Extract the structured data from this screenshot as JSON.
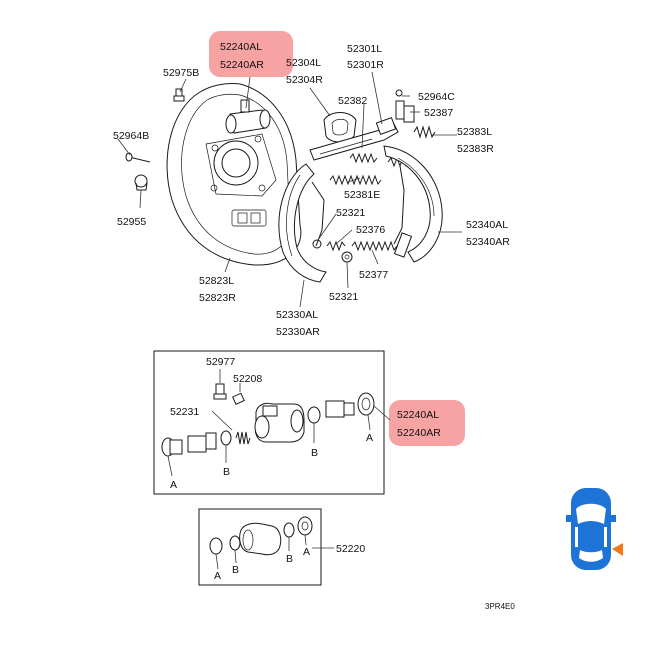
{
  "labels": {
    "p52240al_top": "52240AL",
    "p52240ar_top": "52240AR",
    "p52975b": "52975B",
    "p52304l": "52304L",
    "p52304r": "52304R",
    "p52301l": "52301L",
    "p52301r": "52301R",
    "p52964c": "52964C",
    "p52382": "52382",
    "p52387": "52387",
    "p52383l": "52383L",
    "p52383r": "52383R",
    "p52964b": "52964B",
    "p52955": "52955",
    "p52381e": "52381E",
    "p52321_a": "52321",
    "p52376": "52376",
    "p52340al": "52340AL",
    "p52340ar": "52340AR",
    "p52377": "52377",
    "p52321_b": "52321",
    "p52823l": "52823L",
    "p52823r": "52823R",
    "p52330al": "52330AL",
    "p52330ar": "52330AR",
    "p52977": "52977",
    "p52208": "52208",
    "p52231": "52231",
    "p52240al_box": "52240AL",
    "p52240ar_box": "52240AR",
    "p52220": "52220",
    "ref_a": "A",
    "ref_b": "B",
    "diagram_code": "3PR4E0"
  },
  "colors": {
    "highlight": "#f7a3a3",
    "car_icon": "#1e73d6",
    "pointer": "#f07a1a"
  },
  "icons": {
    "car": "car-top-view-icon",
    "pointer": "position-pointer-icon"
  }
}
